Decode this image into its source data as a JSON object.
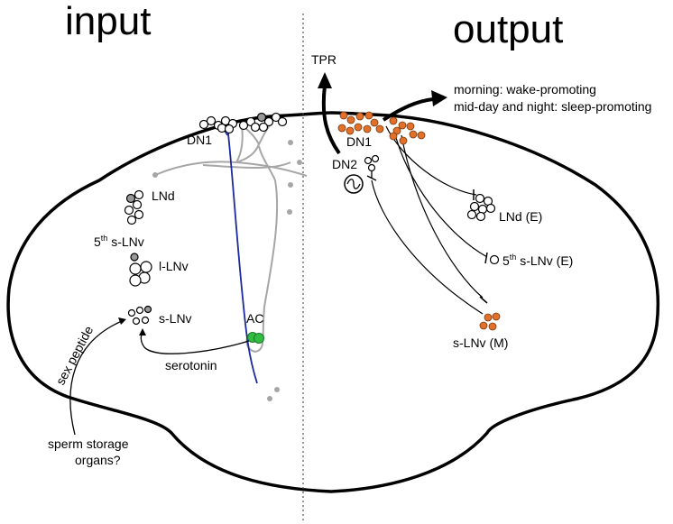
{
  "titles": {
    "input": "input",
    "output": "output"
  },
  "input_side": {
    "dn1": "DN1",
    "lnd": "LNd",
    "fifth_slnv": {
      "superscript": "th",
      "prefix": "5",
      "suffix": " s-LNv"
    },
    "llnv": "l-LNv",
    "slnv": "s-LNv",
    "ac": "AC",
    "serotonin": "serotonin",
    "sex_peptide": "sex peptide",
    "sperm_storage_line1": "sperm storage",
    "sperm_storage_line2": "organs?"
  },
  "output_side": {
    "tpr": "TPR",
    "morning": "morning: wake-promoting",
    "midday": "mid-day and night: sleep-promoting",
    "dn1": "DN1",
    "dn2": "DN2",
    "lnd_e": "LNd (E)",
    "fifth_slnv_e": {
      "prefix": "5",
      "superscript": "th",
      "suffix": " s-LNv (E)"
    },
    "slnv_m": "s-LNv (M)"
  },
  "colors": {
    "outline": "#000000",
    "orange_cell": "#e0702a",
    "gray_cell": "#999999",
    "green_cell": "#33bb44",
    "blue_projection": "#1a2aa0",
    "gray_projection": "#a6a6a6",
    "midline": "#555555"
  }
}
